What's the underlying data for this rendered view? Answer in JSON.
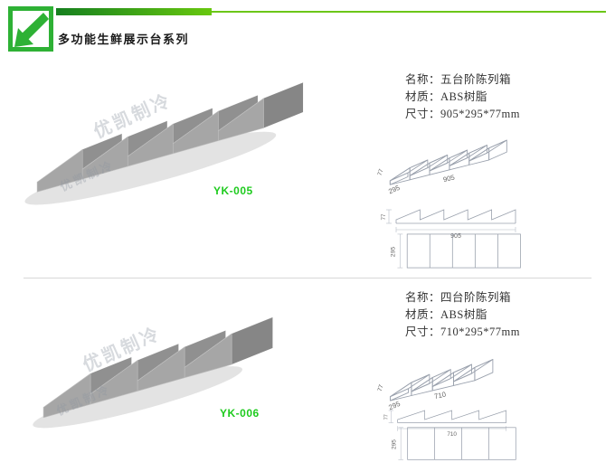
{
  "brand": {
    "green": "#2eb135",
    "accent_light_green": "#6cc618",
    "code_green": "#1ecb1e"
  },
  "header": {
    "title": "多功能生鲜展示台系列"
  },
  "watermark": "优凯制冷",
  "products": [
    {
      "code": "YK-005",
      "steps": 5,
      "specs": {
        "name": "名称：五台阶陈列箱",
        "material": "材质：ABS树脂",
        "size": "尺寸：905*295*77mm"
      },
      "dims": {
        "length": "905",
        "depth": "295",
        "height": "77"
      }
    },
    {
      "code": "YK-006",
      "steps": 4,
      "specs": {
        "name": "名称：四台阶陈列箱",
        "material": "材质：ABS树脂",
        "size": "尺寸：710*295*77mm"
      },
      "dims": {
        "length": "710",
        "depth": "295",
        "height": "77"
      }
    }
  ]
}
